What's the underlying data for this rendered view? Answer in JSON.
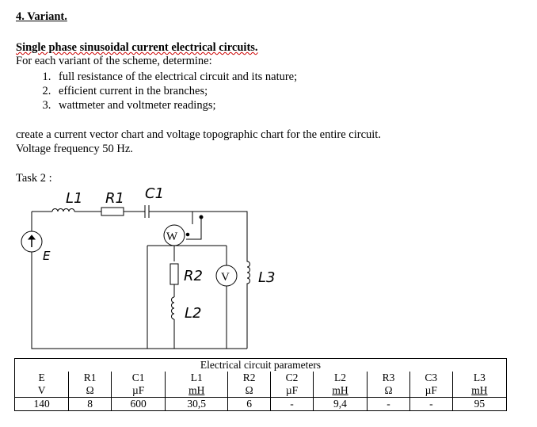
{
  "heading": "4. Variant.",
  "title": "Single phase sinusoidal current electrical circuits.",
  "intro": "For each variant of the scheme, determine:",
  "tasks": [
    "full resistance of the electrical circuit and its nature;",
    "efficient current in the branches;",
    "wattmeter and voltmeter readings;"
  ],
  "instruction": "create a current vector chart and voltage topographic chart for the entire circuit.",
  "frequency": "Voltage frequency 50 Hz.",
  "task_label": "Task 2 :",
  "circuit": {
    "labels": {
      "L1": "L1",
      "R1": "R1",
      "C1": "C1",
      "E": "E",
      "W": "W",
      "V": "V",
      "R2": "R2",
      "L2": "L2",
      "L3": "L3"
    }
  },
  "table": {
    "caption": "Electrical circuit parameters",
    "names": [
      "E",
      "R1",
      "C1",
      "L1",
      "R2",
      "C2",
      "L2",
      "R3",
      "C3",
      "L3"
    ],
    "units": [
      "V",
      "Ω",
      "µF",
      "mH",
      "Ω",
      "µF",
      "mH",
      "Ω",
      "µF",
      "mH"
    ],
    "values": [
      "140",
      "8",
      "600",
      "30,5",
      "6",
      "-",
      "9,4",
      "-",
      "-",
      "95"
    ]
  }
}
